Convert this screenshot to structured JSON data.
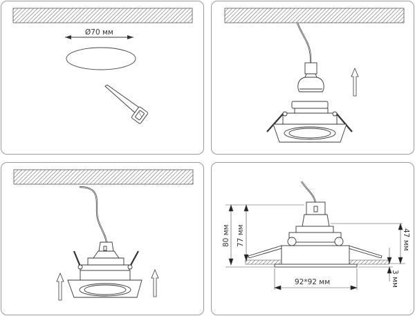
{
  "diagram": {
    "type": "installation-instructions",
    "subject": "Recessed square downlight (GU10/MR16) installation",
    "colors": {
      "line": "#333333",
      "panel_border": "#9a9a9a",
      "hatch": "#555555",
      "background": "#ffffff"
    },
    "steps": [
      {
        "id": 1,
        "description": "Cut a round hole in the ceiling",
        "label": "Ø70 мм",
        "elements": [
          "ceiling-hatch",
          "hole-ellipse",
          "saw-tool"
        ]
      },
      {
        "id": 2,
        "description": "Connect lamp to wiring socket, insert into fixture",
        "elements": [
          "ceiling-hatch",
          "wire",
          "lamp",
          "up-arrow",
          "fixture"
        ]
      },
      {
        "id": 3,
        "description": "Press spring clips and push fixture up into the ceiling",
        "elements": [
          "ceiling-hatch",
          "wire",
          "fixture-with-lamp",
          "up-arrow-left",
          "up-arrow-right"
        ]
      },
      {
        "id": 4,
        "description": "Dimensions",
        "dimensions": {
          "total_height": "80 мм",
          "recess_height": "77 мм",
          "body_height": "47 мм",
          "frame_size": "92*92 мм",
          "frame_thickness": "3 мм"
        }
      }
    ]
  }
}
